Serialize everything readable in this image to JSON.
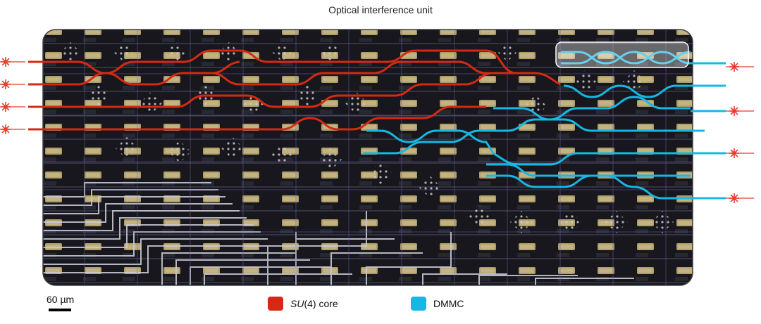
{
  "title": "Optical interference unit",
  "scale": {
    "value": "60",
    "unit": "µm"
  },
  "legend": [
    {
      "prefix": "SU",
      "suffix": "(4) core",
      "color": "#d42a12"
    },
    {
      "prefix": "",
      "suffix": "DMMC",
      "color": "#17b7e3"
    }
  ],
  "colors": {
    "su4": "#d42a12",
    "dmmc": "#17b7e3",
    "input_marker": "#e83a2a",
    "output_marker": "#e83a2a",
    "chip_background": "#1a1a20"
  },
  "input_count": 4,
  "output_count": 4
}
